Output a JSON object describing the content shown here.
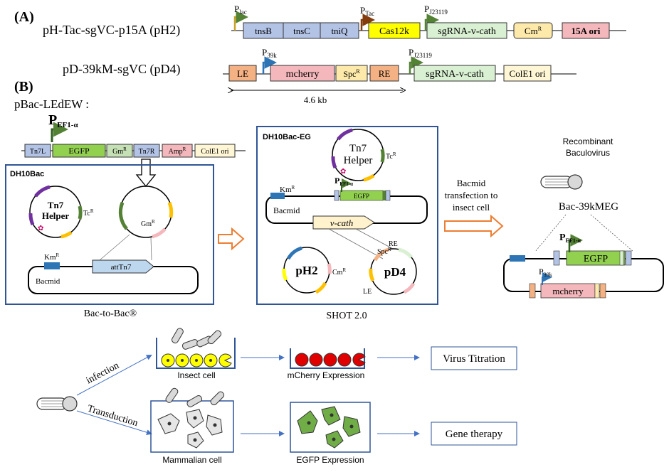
{
  "panel_a": {
    "label": "(A)",
    "ph2": {
      "name": "pH-Tac-sgVC-p15A (pH2)",
      "p_lac": "lac",
      "p_tac": "Tac",
      "p_j": "J23119",
      "tnsB": "tnsB",
      "tnsC": "tnsC",
      "tniQ": "tniQ",
      "cas12k": "Cas12k",
      "sgrna": "sgRNA-v-cath",
      "cm": "Cm",
      "cm_sup": "R",
      "ori": "15A ori"
    },
    "pd4": {
      "name": "pD-39kM-sgVC (pD4)",
      "p39k": "39k",
      "p_j": "J23119",
      "le": "LE",
      "mcherry": "mcherry",
      "spc": "Spc",
      "spc_sup": "R",
      "re": "RE",
      "sgrna": "sgRNA-v-cath",
      "ori": "ColE1 ori",
      "length": "4.6 kb"
    }
  },
  "panel_b": {
    "label": "(B)",
    "pbac": {
      "name": "pBac-LEdEW :",
      "p_big": "P",
      "p_sub": "EF1-α",
      "tn7l": "Tn7L",
      "egfp": "EGFP",
      "gm": "Gm",
      "gm_sup": "R",
      "tn7r": "Tn7R",
      "amp": "Amp",
      "amp_sup": "R",
      "ori": "ColE1 ori"
    },
    "dh10bac": {
      "title": "DH10Bac",
      "tn7_helper_1": "Tn7",
      "tn7_helper_2": "Helper",
      "tc": "Tc",
      "tc_sup": "R",
      "gm": "Gm",
      "gm_sup": "R",
      "km": "Km",
      "km_sup": "R",
      "bacmid": "Bacmid",
      "attTn7": "attTn7",
      "caption": "Bac-to-Bac®"
    },
    "dh10bac_eg": {
      "title": "DH10Bac-EG",
      "tn7_helper_1": "Tn7",
      "tn7_helper_2": "Helper",
      "tc": "Tc",
      "tc_sup": "R",
      "km": "Km",
      "km_sup": "R",
      "p": "P",
      "p_sub": "EF1-α",
      "egfp": "EGFP",
      "bacmid": "Bacmid",
      "vcath": "v-cath",
      "ph2": "pH2",
      "cm": "Cm",
      "cm_sup": "R",
      "pd4": "pD4",
      "spc": "Spc",
      "spc_sup": "R",
      "re": "RE",
      "le": "LE",
      "caption": "SHOT 2.0"
    },
    "transfection": {
      "line1": "Bacmid",
      "line2": "transfection to",
      "line3": "insect cell"
    },
    "virus": {
      "title1": "Recombinant",
      "title2": "Baculovirus",
      "name": "Bac-39kMEG",
      "p": "P",
      "p_sub": "EF1-α",
      "egfp": "EGFP",
      "p39": "P",
      "p39_sub": "39k",
      "mcherry": "mcherry"
    }
  },
  "bottom": {
    "infection": "infection",
    "transduction": "Transduction",
    "insect_cell": "Insect cell",
    "mcherry_expression": "mCherry  Expression",
    "virus_titration": "Virus Titration",
    "mammalian_cell": "Mammalian cell",
    "egfp_expression": "EGFP Expression",
    "gene_therapy": "Gene therapy"
  },
  "colors": {
    "blue_box": "#b3c3e6",
    "yellow": "#ffff00",
    "light_green": "#d9f0d2",
    "beige": "#fde9a9",
    "pink": "#f4b8bc",
    "orange": "#f4b183",
    "egfp_green": "#92d050",
    "frame_blue": "#2f5597",
    "arrow_orange": "#ed7d31"
  }
}
